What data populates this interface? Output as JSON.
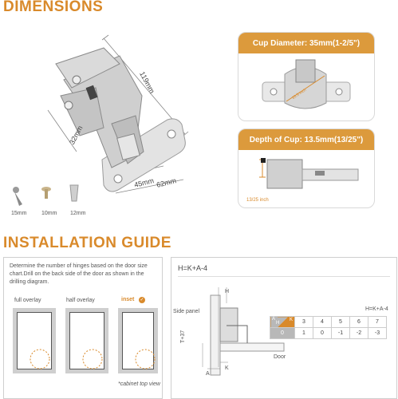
{
  "dimensions": {
    "title": "DIMENSIONS",
    "length_label": "119mm",
    "width_label": "32mm",
    "arm_label": "45mm",
    "plate_label": "62mm",
    "screws": [
      "15mm",
      "10mm",
      "12mm"
    ],
    "cup_diameter": {
      "heading": "Cup Diameter: 35mm(1-2/5\")",
      "inner_label": "35.5 inch"
    },
    "cup_depth": {
      "heading": "Depth of Cup: 13.5mm(13/25\")",
      "side_label": "13/25 inch"
    }
  },
  "installation": {
    "title": "INSTALLATION GUIDE",
    "instructions": "Determine the number of hinges based on the door size chart.Drill on the back side of the door as shown in the drilling diagram.",
    "overlays": [
      "full overlay",
      "half overlay",
      "inset"
    ],
    "cabinet_note": "*cabinet top view",
    "formula": "H=K+A-4",
    "diagram": {
      "formula_small": "H=K+A-4",
      "side_panel": "Side panel",
      "door": "Door",
      "h": "H",
      "t": "T+37",
      "a": "A",
      "k": "K"
    },
    "table": {
      "corner_a": "A",
      "corner_k": "K",
      "corner_h": "H",
      "row1": [
        "3",
        "4",
        "5",
        "6",
        "7"
      ],
      "row2_label": "0",
      "row2": [
        "1",
        "0",
        "-1",
        "-2",
        "-3"
      ]
    }
  },
  "colors": {
    "accent": "#d98a2b",
    "card_header": "#dc9a3c"
  }
}
